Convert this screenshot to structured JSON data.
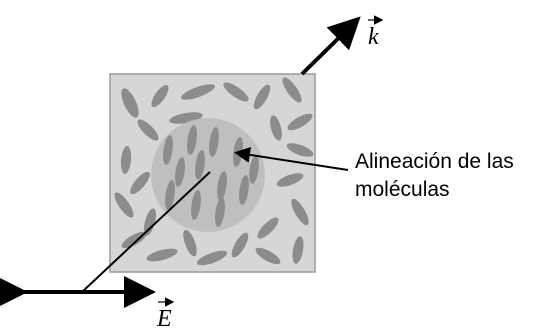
{
  "diagram": {
    "annotation": {
      "line1": "Alineación de las",
      "line2": "moléculas"
    },
    "vectors": {
      "k_label": "k",
      "e_label": "E"
    },
    "colors": {
      "box_fill": "#d6d6d6",
      "box_stroke": "#9a9a9a",
      "circle_fill": "#bdbdbd",
      "molecule": "#8c8c8c",
      "arrow": "#000000"
    }
  }
}
